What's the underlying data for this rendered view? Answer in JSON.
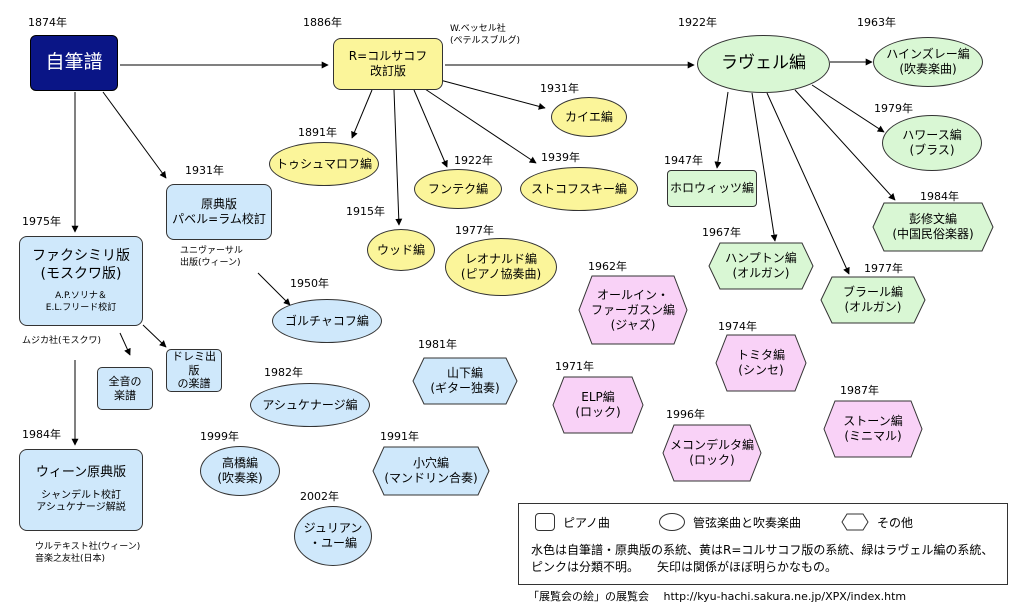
{
  "nodes": {
    "autograph": "自筆譜",
    "rimsky": "R=コルサコフ\n改訂版",
    "ravel": "ラヴェル編",
    "headley": "ハインズレー編\n(吹奏楽曲)",
    "howarth": "ハワース編\n(ブラス)",
    "peng": "彭修文編\n(中国民俗楽器)",
    "horowitz": "ホロウィッツ編",
    "hampton": "ハンプトン編\n(オルガン)",
    "bral": "ブラール編\n(オルガン)",
    "tomita": "トミタ編\n(シンセ)",
    "stone": "ストーン編\n(ミニマル)",
    "cailliet": "カイエ編",
    "stokowski": "ストコフスキー編",
    "funtek": "フンテク編",
    "tushmalov": "トゥシュマロフ編",
    "wood": "ウッド編",
    "leonard": "レオナルド編\n(ピアノ協奏曲)",
    "allin": "オールイン・\nファーガスン編\n(ジャズ)",
    "elp": "ELP編\n(ロック)",
    "mekon": "メコンデルタ編\n(ロック)",
    "lamm": "原典版\nパベル=ラム校訂",
    "golchakov": "ゴルチャコフ編",
    "yamashita": "山下編\n(ギター独奏)",
    "ashkenazy": "アシュケナージ編",
    "takahashi": "高橋編\n(吹奏楽)",
    "koana": "小穴編\n(マンドリン合奏)",
    "julian": "ジュリアン\n・ユー編",
    "facsimile": "ファクシミリ版\n(モスクワ版)",
    "facsimile_sub": "A.P.ソリナ＆\nE.L.フリード校訂",
    "zenon": "全音の\n楽譜",
    "doremi": "ドレミ出版\nの楽譜",
    "vienna": "ウィーン原典版",
    "vienna_sub": "シャンデルト校訂\nアシュケナージ解説"
  },
  "years": {
    "autograph": "1874年",
    "rimsky": "1886年",
    "ravel": "1922年",
    "headley": "1963年",
    "howarth": "1979年",
    "peng": "1984年",
    "horowitz": "1947年",
    "hampton": "1967年",
    "bral": "1977年",
    "tomita": "1974年",
    "stone": "1987年",
    "cailliet": "1931年",
    "stokowski": "1939年",
    "funtek": "1922年",
    "tushmalov": "1891年",
    "wood": "1915年",
    "leonard": "1977年",
    "allin": "1962年",
    "elp": "1971年",
    "mekon": "1996年",
    "lamm": "1931年",
    "golchakov": "1950年",
    "yamashita": "1981年",
    "ashkenazy": "1982年",
    "takahashi": "1999年",
    "koana": "1991年",
    "julian": "2002年",
    "facsimile": "1975年",
    "vienna": "1984年"
  },
  "publishers": {
    "bessel": "W.ベッセル社\n(ペテルスブルグ)",
    "universal": "ユニヴァーサル\n出版(ウィーン)",
    "muzyka": "ムジカ社(モスクワ)",
    "urtext": "ウルテキスト社(ウィーン)\n音楽之友社(日本)"
  },
  "legend": {
    "piano": "ピアノ曲",
    "orchestra": "管弦楽曲と吹奏楽曲",
    "other": "その他",
    "explanation": "水色は自筆譜・原典版の系統、黄はR=コルサコフ版の系統、緑はラヴェル編の系統、\nピンクは分類不明。　　矢印は関係がほぼ明らかなもの。"
  },
  "footer": "「展覧会の絵」の展覧会　 http://kyu-hachi.sakura.ne.jp/XPX/index.htm",
  "colors": {
    "blue": "#cfe8fb",
    "yellow": "#fbf59a",
    "green": "#d9f7d4",
    "pink": "#f9d2f7",
    "navy": "#0a1586"
  }
}
